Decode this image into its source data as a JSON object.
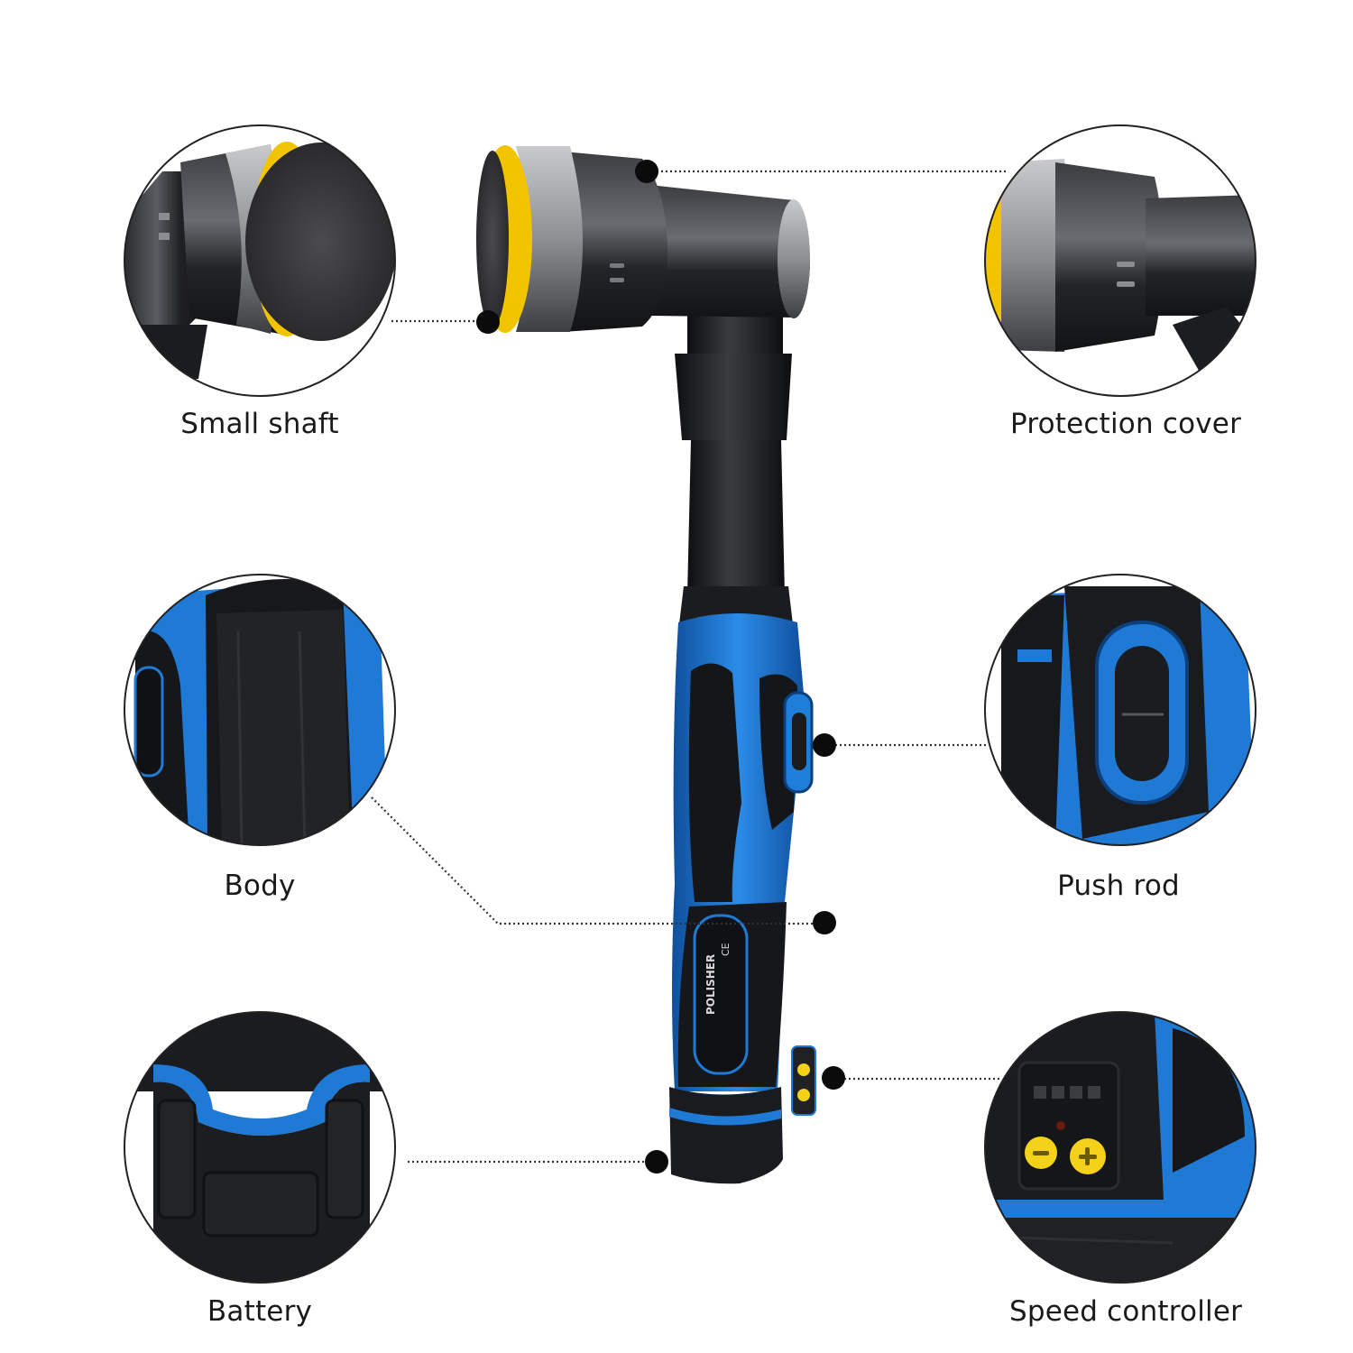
{
  "callouts": {
    "small_shaft": "Small shaft",
    "protection_cover": "Protection cover",
    "body": "Body",
    "push_rod": "Push rod",
    "battery": "Battery",
    "speed_controller": "Speed controller"
  },
  "product_label": {
    "brand": "POLISHER",
    "marks": "CE"
  },
  "colors": {
    "accent_blue": "#1f7ad6",
    "tool_black": "#1e1f22",
    "pad_yellow": "#f2c400",
    "button_yellow": "#f4d21a"
  },
  "icons": {
    "minus_button": "minus-icon",
    "plus_button": "plus-icon"
  }
}
